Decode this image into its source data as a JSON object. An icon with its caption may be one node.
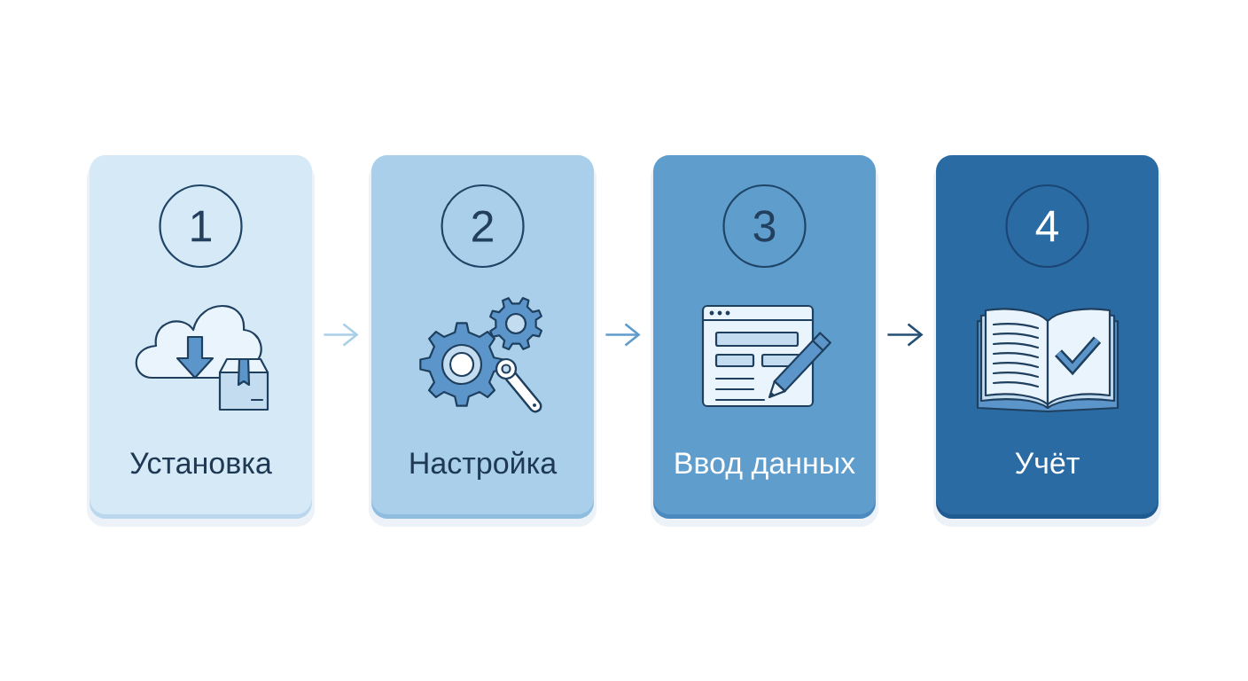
{
  "diagram": {
    "nodes": [
      {
        "text": [
          "Установка"
        ]
      },
      {
        "text": [
          "1"
        ],
        "in": 0
      },
      {
        "text": [
          "Настройка"
        ]
      },
      {
        "text": [
          "2"
        ],
        "in": 2
      },
      {
        "text": [
          "Ввод данных"
        ]
      },
      {
        "text": [
          "3"
        ],
        "in": 4
      },
      {
        "text": [
          "Учёт"
        ]
      },
      {
        "text": [
          "4"
        ],
        "in": 6
      }
    ],
    "edges": [
      {
        "from": 0,
        "to": 2,
        "arrow": "to",
        "color": "#a9cfe8"
      },
      {
        "from": 2,
        "to": 4,
        "arrow": "to",
        "color": "#5f9bcb"
      },
      {
        "from": 4,
        "to": 6,
        "arrow": "to",
        "color": "#234e74"
      }
    ]
  }
}
